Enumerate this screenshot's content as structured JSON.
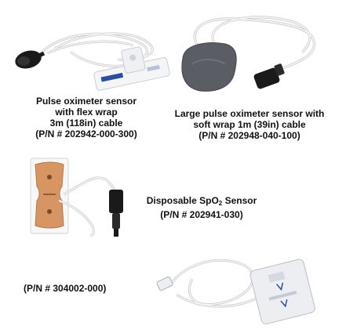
{
  "products": [
    {
      "lines": [
        "Pulse oximeter sensor",
        "with flex wrap",
        "3m (118in) cable",
        "(P/N # 202942-000-300)"
      ]
    },
    {
      "lines": [
        "Large pulse oximeter sensor with",
        "soft wrap 1m (39in) cable",
        "(P/N # 202948-040-100)"
      ]
    },
    {
      "line1_prefix": "Disposable SpO",
      "line1_sub": "2",
      "line1_suffix": " Sensor",
      "line2": "(P/N # 202941-030)"
    },
    {
      "lines": [
        "(P/N # 304002-000)"
      ]
    }
  ],
  "colors": {
    "connector_black": "#1a1a1a",
    "cable_white": "#f2f2f2",
    "cable_outline": "#c8c8c8",
    "soft_wrap_gray": "#5a5d63",
    "flex_wrap_tan": "#d79563",
    "sensor_pad_white": "#eceef2",
    "label_blue": "#2a4fa0"
  },
  "icons": [
    "flex-wrap-sensor-image",
    "soft-wrap-sensor-image",
    "disposable-sensor-image",
    "pad-sensor-image"
  ]
}
